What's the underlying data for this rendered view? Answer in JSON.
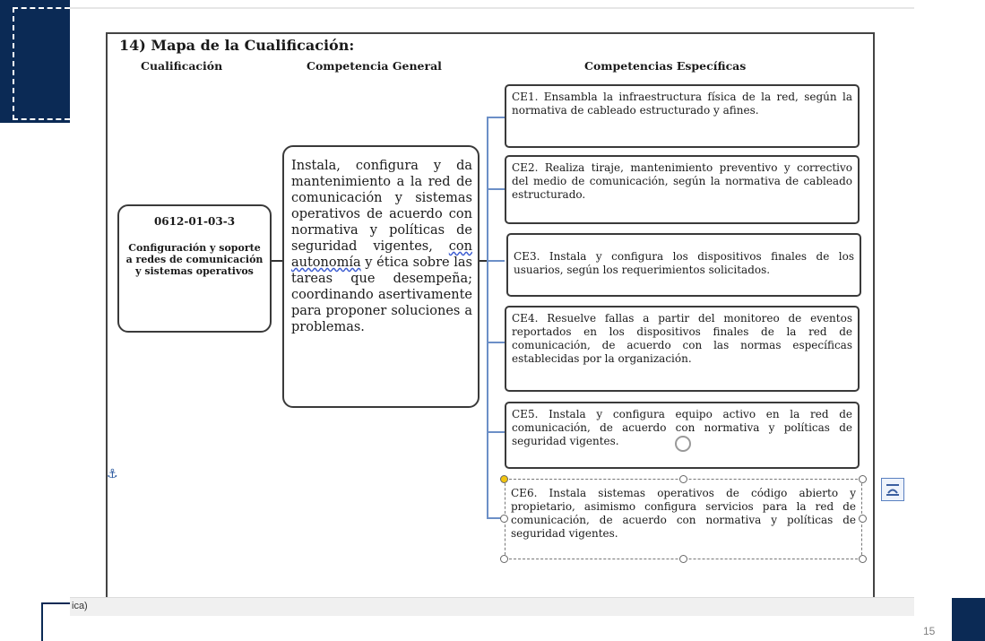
{
  "slide": {
    "page_number": "15"
  },
  "document": {
    "status_text": "ica)",
    "title": "14) Mapa de la Cualificación:",
    "headers": {
      "qualification": "Cualificación",
      "general": "Competencia General",
      "specific": "Competencias Específicas"
    },
    "qualification": {
      "code": "0612-01-03-3",
      "name": "Configuración y soporte a redes de comunicación y sistemas operativos"
    },
    "general_competence": {
      "before": "Instala, configura y da mantenimiento a la red de comunicación y sistemas operativos de acuerdo con normativa y políticas de seguridad vigentes, ",
      "flagged": "con autonomía",
      "after": " y ética sobre las tareas que desempeña; coordinando asertivamente para proponer soluciones a problemas."
    },
    "specific_competences": [
      {
        "text": "CE1. Ensambla la infraestructura física de la red, según la normativa de cableado estructurado y afines."
      },
      {
        "text": "CE2. Realiza tiraje, mantenimiento preventivo y correctivo del medio de comunicación, según la normativa de cableado estructurado."
      },
      {
        "text": "CE3. Instala y configura los dispositivos finales de los usuarios, según los requerimientos solicitados."
      },
      {
        "text": "CE4. Resuelve fallas a partir del monitoreo de eventos reportados en los dispositivos finales de la red de comunicación, de acuerdo con las normas específicas establecidas por la organización."
      },
      {
        "text": "CE5. Instala y configura equipo activo en la red de comunicación, de acuerdo con normativa y políticas de seguridad vigentes."
      },
      {
        "text": "CE6. Instala sistemas operativos de código abierto y propietario, asimismo configura servicios para la red de comunicación, de acuerdo con normativa y políticas de seguridad vigentes."
      }
    ]
  },
  "icons": {
    "anchor": "anchor-icon",
    "layout_options": "layout-options-icon",
    "rotate": "rotate-handle-icon"
  },
  "colors": {
    "brand_navy": "#0b2a55",
    "connector_blue": "#6c8fc7"
  }
}
